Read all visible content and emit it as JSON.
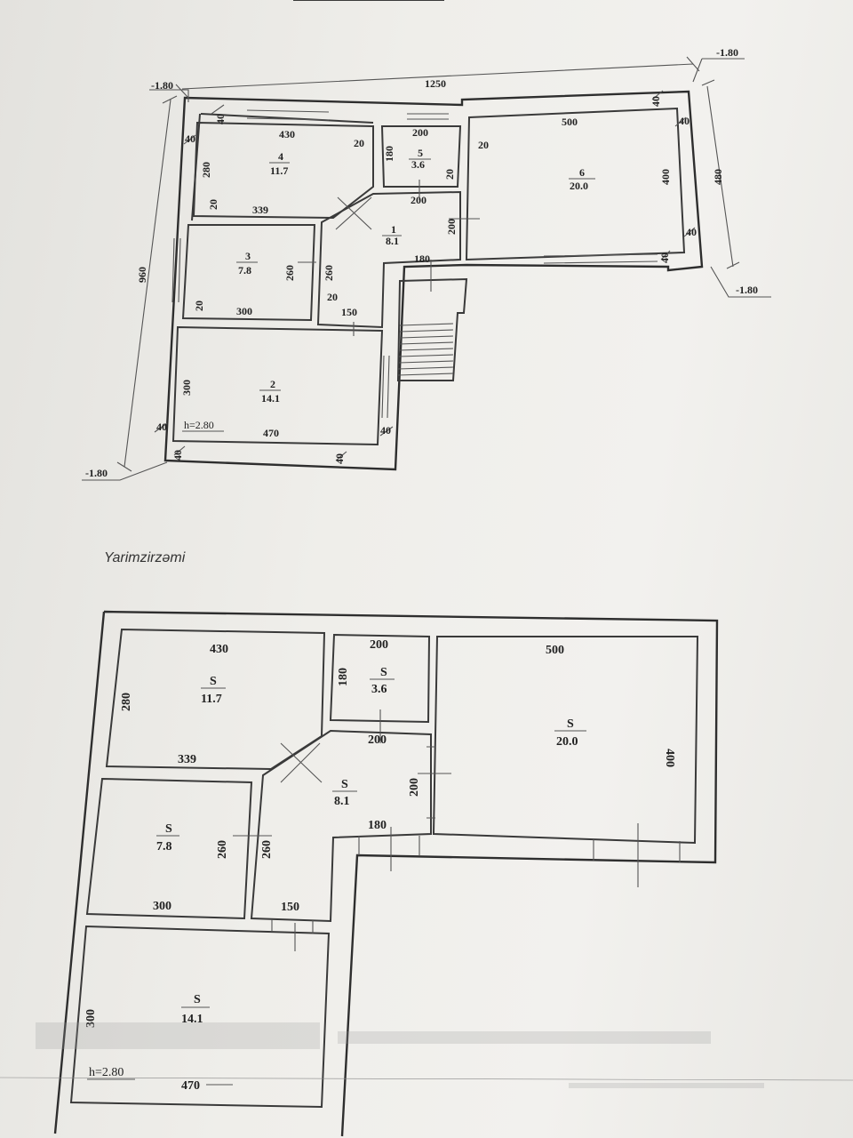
{
  "top_plan": {
    "levels": {
      "top_left": "-1.80",
      "top_right": "-1.80",
      "right": "-1.80",
      "bottom_left": "-1.80"
    },
    "overall_dims": {
      "top": "1250",
      "left": "960",
      "right": "480"
    },
    "ceiling_height": "h=2.80",
    "wall_dims": [
      "40",
      "40",
      "40",
      "40",
      "40",
      "40",
      "40",
      "40",
      "40",
      "40"
    ],
    "rooms": [
      {
        "num": "4",
        "area": "11.7",
        "dims": [
          "430",
          "280",
          "339"
        ]
      },
      {
        "num": "5",
        "area": "3.6",
        "dims": [
          "200",
          "180",
          "200"
        ]
      },
      {
        "num": "6",
        "area": "20.0",
        "dims": [
          "500",
          "400"
        ]
      },
      {
        "num": "3",
        "area": "7.8",
        "dims": [
          "260",
          "300"
        ]
      },
      {
        "num": "1",
        "area": "8.1",
        "dims": [
          "200",
          "180",
          "260",
          "150"
        ]
      },
      {
        "num": "2",
        "area": "14.1",
        "dims": [
          "300",
          "470"
        ]
      }
    ],
    "small_dims": [
      "20",
      "20",
      "20",
      "20",
      "20",
      "20"
    ]
  },
  "section_title": "Yarimzirzəmi",
  "bottom_plan": {
    "area_symbol": "S",
    "ceiling_height": "h=2.80",
    "rooms": [
      {
        "area": "11.7",
        "dims": [
          "430",
          "280",
          "339"
        ]
      },
      {
        "area": "3.6",
        "dims": [
          "200",
          "180",
          "200"
        ]
      },
      {
        "area": "20.0",
        "dims": [
          "500",
          "400"
        ]
      },
      {
        "area": "8.1",
        "dims": [
          "200",
          "180"
        ]
      },
      {
        "area": "7.8",
        "dims": [
          "260",
          "300",
          "260"
        ]
      },
      {
        "area": "14.1",
        "dims": [
          "300",
          "470",
          "150"
        ]
      }
    ]
  }
}
